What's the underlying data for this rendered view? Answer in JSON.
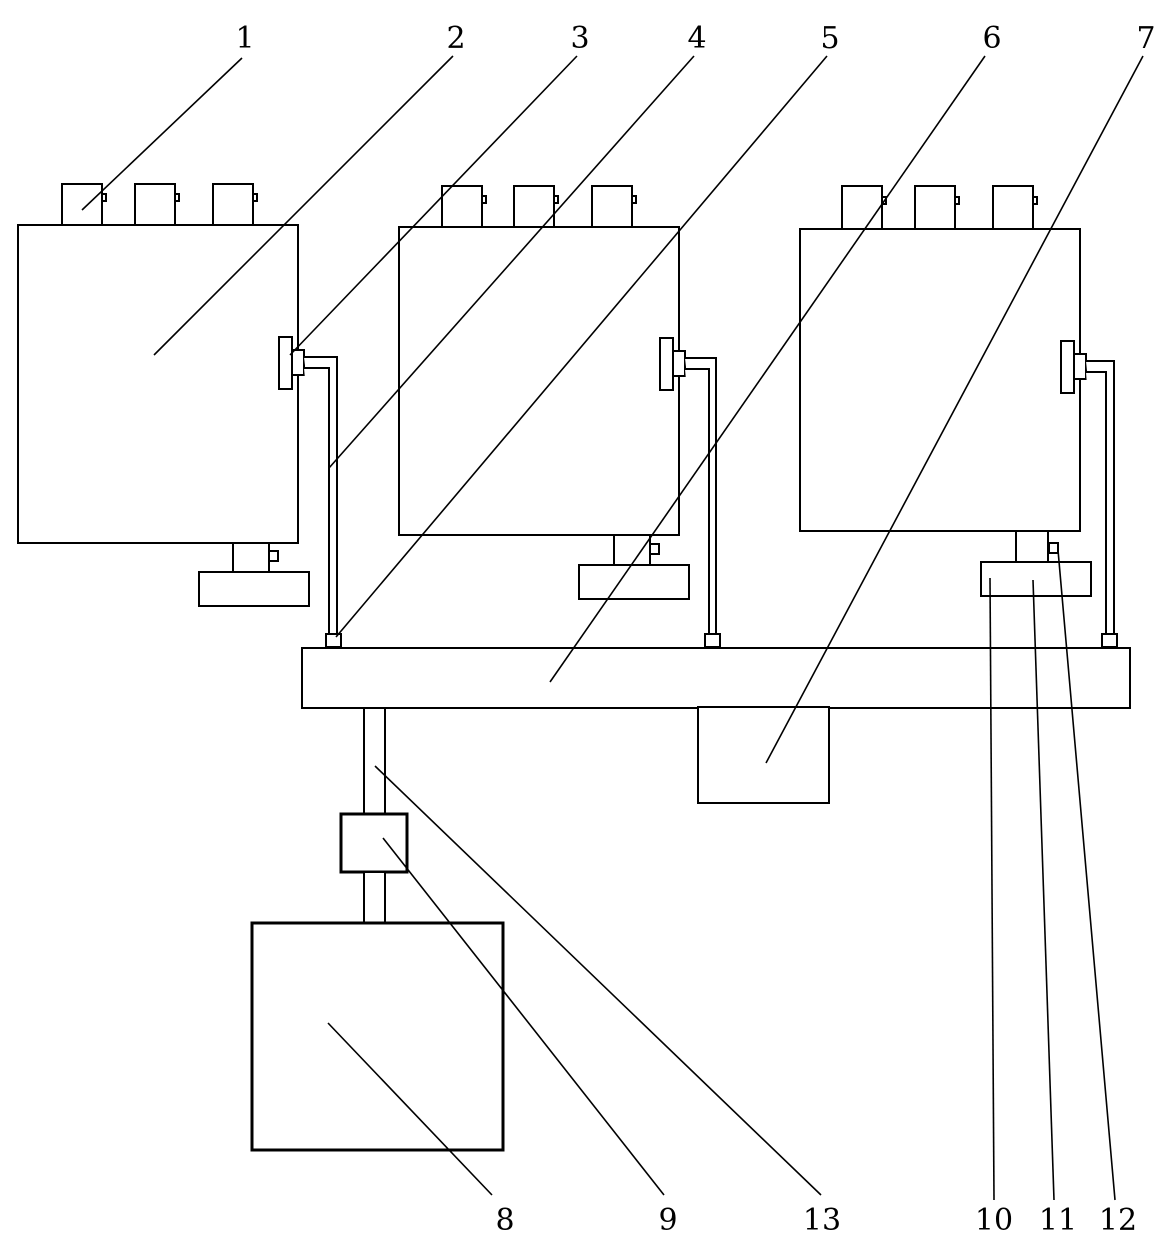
{
  "figure": {
    "background_color": "#ffffff",
    "line_color": "#000000",
    "labels": [
      {
        "id": "label-1",
        "text": "1"
      },
      {
        "id": "label-2",
        "text": "2"
      },
      {
        "id": "label-3",
        "text": "3"
      },
      {
        "id": "label-4",
        "text": "4"
      },
      {
        "id": "label-5",
        "text": "5"
      },
      {
        "id": "label-6",
        "text": "6"
      },
      {
        "id": "label-7",
        "text": "7"
      },
      {
        "id": "label-8",
        "text": "8"
      },
      {
        "id": "label-9",
        "text": "9"
      },
      {
        "id": "label-10",
        "text": "10"
      },
      {
        "id": "label-11",
        "text": "11"
      },
      {
        "id": "label-12",
        "text": "12"
      },
      {
        "id": "label-13",
        "text": "13"
      }
    ]
  }
}
